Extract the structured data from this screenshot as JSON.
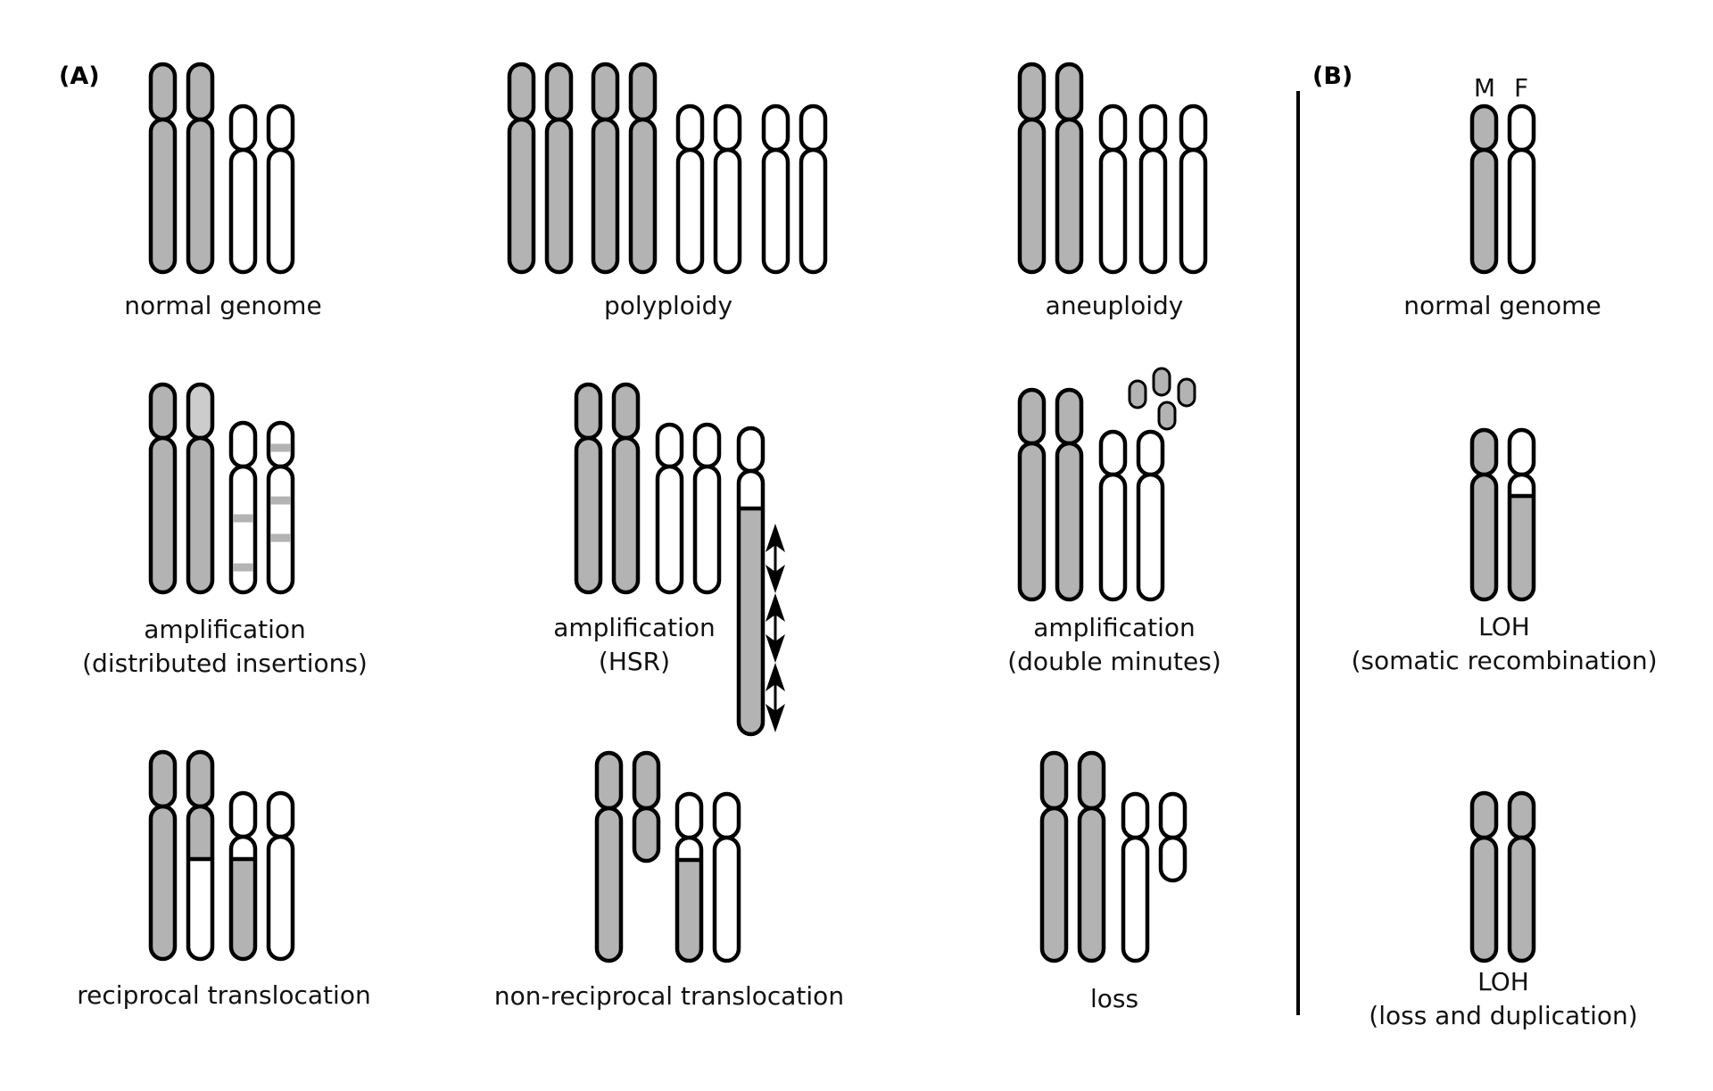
{
  "colors": {
    "gray": "#b3b3b3",
    "light_gray": "#cccccc",
    "white": "#ffffff",
    "band": "#b3b3b3",
    "stroke": "#000000"
  },
  "panel_a": {
    "label": "(A)",
    "captions": {
      "normal": [
        "normal genome"
      ],
      "polyploidy": [
        "polyploidy"
      ],
      "aneuploidy": [
        "aneuploidy"
      ],
      "amp_distributed": [
        "amplification",
        "(distributed insertions)"
      ],
      "amp_hsr": [
        "amplification",
        "(HSR)"
      ],
      "amp_dm": [
        "amplification",
        "(double minutes)"
      ],
      "reciprocal": [
        "reciprocal translocation"
      ],
      "nonreciprocal": [
        "non-reciprocal translocation"
      ],
      "loss": [
        "loss"
      ]
    }
  },
  "panel_b": {
    "label": "(B)",
    "allele_labels": [
      "M",
      "F"
    ],
    "captions": {
      "normal": [
        "normal genome"
      ],
      "loh_recomb": [
        "LOH",
        "(somatic recombination)"
      ],
      "loh_dup": [
        "LOH",
        "(loss and duplication)"
      ]
    }
  },
  "icons": {
    "hsr_arrows": "double-headed-arrow-icon"
  }
}
